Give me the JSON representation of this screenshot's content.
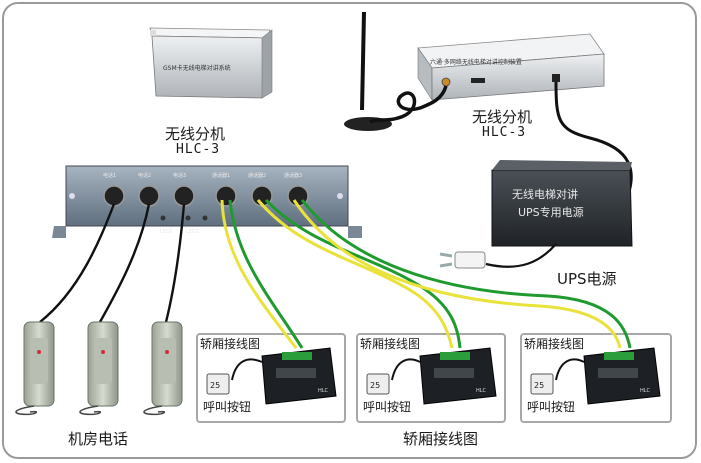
{
  "units": {
    "top_left": {
      "name": "无线分机",
      "model": "HLC-3",
      "device_text": "GSM卡无线电梯对讲系统"
    },
    "top_right": {
      "name": "无线分机",
      "model": "HLC-3",
      "device_text": "六通·多网络无线电梯对讲控制装置"
    }
  },
  "ups": {
    "label": "UPS电源",
    "device_line1": "无线电梯对讲",
    "device_line2": "UPS专用电源"
  },
  "hub": {
    "ports": [
      "电话1",
      "电话2",
      "电话3",
      "通话器1",
      "通话器2",
      "通话器3"
    ],
    "leds": [
      "LED1",
      "LED2",
      "LED3"
    ]
  },
  "phones": {
    "label": "机房电话"
  },
  "cabins": [
    {
      "title": "轿厢接线图",
      "button_label": "呼叫按钮",
      "box_text": "HLC"
    },
    {
      "title": "轿厢接线图",
      "button_label": "呼叫按钮",
      "box_text": "HLC"
    },
    {
      "title": "轿厢接线图",
      "button_label": "呼叫按钮",
      "box_text": "HLC"
    }
  ],
  "bottom_label": "轿厢接线图",
  "colors": {
    "frame": "#9a9a9a",
    "device": "#c9ccd0",
    "hub": "#7f8f9f",
    "ups": "#2f3438",
    "wire_green": "#1f9a2e",
    "wire_yellow": "#e9e23a",
    "wire_black": "#111111"
  }
}
